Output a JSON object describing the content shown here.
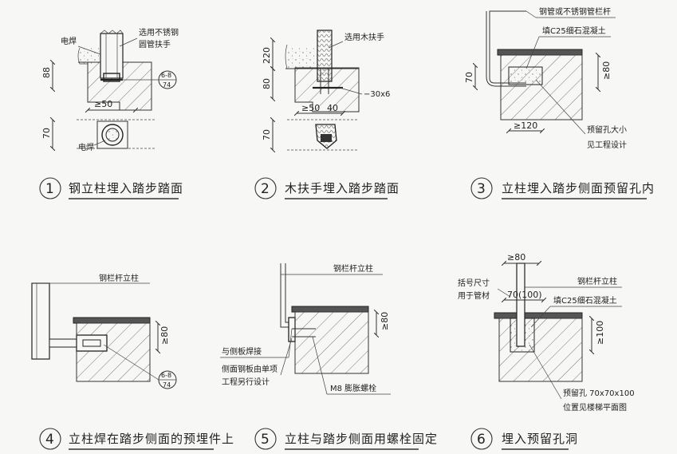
{
  "details": [
    {
      "number": "1",
      "caption": "钢立柱埋入踏步踏面",
      "labels": {
        "weld_top": "电焊",
        "post_note_1": "选用不锈钢",
        "post_note_2": "圆管扶手",
        "dim_88": "88",
        "dim_ge50": "≥50",
        "dim_70": "70",
        "weld_bottom": "电焊",
        "ref_top": "6-8",
        "ref_bottom": "74"
      }
    },
    {
      "number": "2",
      "caption": "木扶手埋入踏步踏面",
      "labels": {
        "handrail_note": "选用木扶手",
        "dim_220": "220",
        "dim_80": "80",
        "dim_ge50": "≥50",
        "dim_40": "40",
        "flat_bar": "−30x6",
        "dim_70": "70"
      }
    },
    {
      "number": "3",
      "caption": "立柱埋入踏步侧面预留孔内",
      "labels": {
        "rail_note": "钢管或不锈钢管栏杆",
        "concrete_note": "填C25细石混凝土",
        "dim_70": "70",
        "dim_ge80": "≥80",
        "dim_ge120": "≥120",
        "hole_note_1": "预留孔大小",
        "hole_note_2": "见工程设计"
      }
    },
    {
      "number": "4",
      "caption": "立柱焊在踏步侧面的预埋件上",
      "labels": {
        "post_note": "钢栏杆立柱",
        "dim_ge80": "≥80",
        "ref_top": "6-8",
        "ref_bottom": "74"
      }
    },
    {
      "number": "5",
      "caption": "立柱与踏步侧面用螺栓固定",
      "labels": {
        "post_note": "钢栏杆立柱",
        "dim_ge80": "≥80",
        "weld_note": "与侧板焊接",
        "plate_note_1": "侧面钢板由单项",
        "plate_note_2": "工程另行设计",
        "bolt_note": "M8 膨胀螺栓"
      }
    },
    {
      "number": "6",
      "caption": "埋入预留孔洞",
      "labels": {
        "dim_ge80": "≥80",
        "post_note": "钢栏杆立柱",
        "size_note_1": "括号尺寸",
        "size_note_2": "用于管材",
        "dim_70_100": "70(100)",
        "concrete_note": "填C25细石混凝土",
        "dim_ge100": "≥100",
        "hole_note_1": "预留孔 70x70x100",
        "hole_note_2": "位置见楼梯平面图"
      }
    }
  ]
}
